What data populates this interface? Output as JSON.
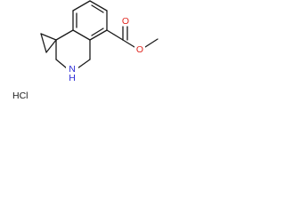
{
  "structure": {
    "counter_ion_label": "HCl",
    "atoms": {
      "nitrogen": {
        "label": "N",
        "h_label": "H",
        "color": "#2b2bd6"
      },
      "carbonyl_oxygen": {
        "label": "O",
        "color": "#e0261f"
      },
      "ester_oxygen": {
        "label": "O",
        "color": "#e0261f"
      }
    },
    "colors": {
      "bond": "#1a1a1a"
    }
  }
}
